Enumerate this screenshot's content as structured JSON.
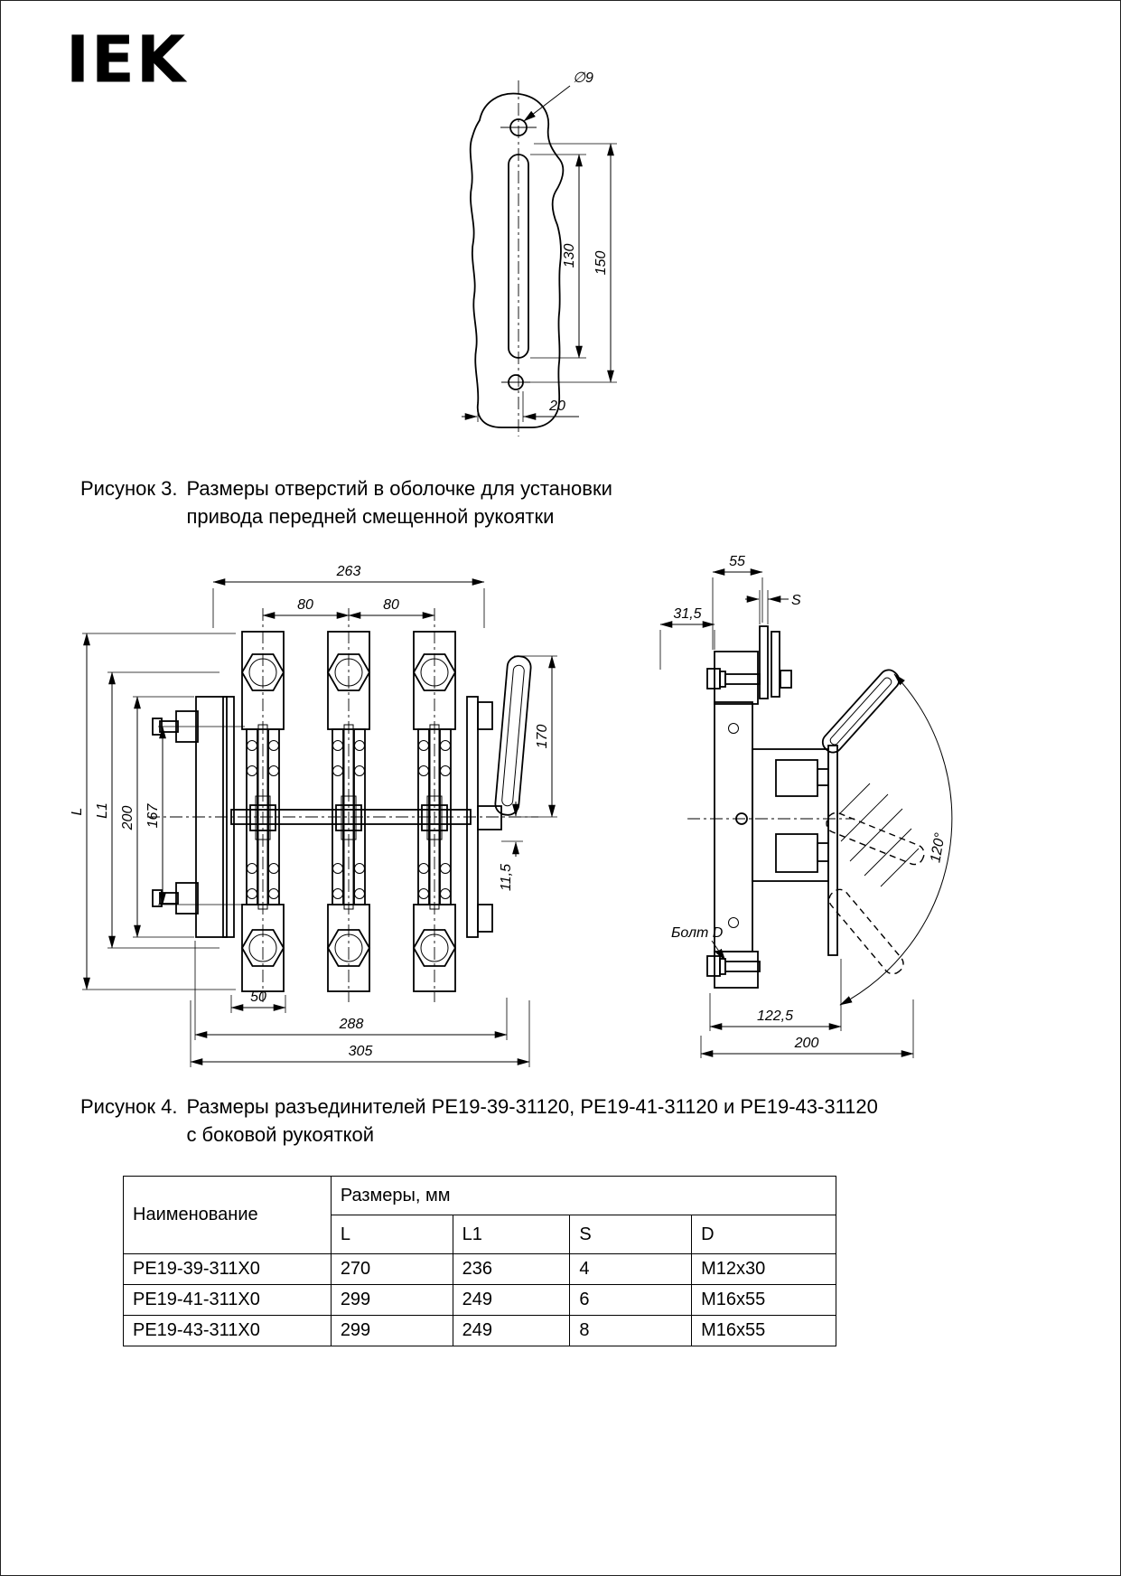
{
  "logo": {
    "text": "IEK"
  },
  "figure3": {
    "caption_label": "Рисунок 3.",
    "caption_line1": "Размеры отверстий в оболочке для установки",
    "caption_line2": "привода передней смещенной рукоятки",
    "dims": {
      "dia": "∅9",
      "slot_length": "130",
      "total_length": "150",
      "width": "20"
    }
  },
  "figure4": {
    "caption_label": "Рисунок 4.",
    "caption_line1": "Размеры разъединителей РЕ19-39-31120, РЕ19-41-31120 и РЕ19-43-31120",
    "caption_line2": "с боковой рукояткой",
    "front": {
      "w263": "263",
      "w80_left": "80",
      "w80_right": "80",
      "L": "L",
      "L1": "L1",
      "h200": "200",
      "h167": "167",
      "h170": "170",
      "h11_5": "11,5",
      "w50": "50",
      "w288": "288",
      "w305": "305"
    },
    "side": {
      "w55": "55",
      "s": "S",
      "w31_5": "31,5",
      "angle": "120°",
      "bolt_label": "Болт D",
      "w122_5": "122,5",
      "w200": "200"
    }
  },
  "table": {
    "header": {
      "name": "Наименование",
      "sizes": "Размеры, мм",
      "cols": [
        "L",
        "L1",
        "S",
        "D"
      ]
    },
    "rows": [
      {
        "name": "РЕ19-39-311Х0",
        "L": "270",
        "L1": "236",
        "S": "4",
        "D": "М12х30"
      },
      {
        "name": "РЕ19-41-311Х0",
        "L": "299",
        "L1": "249",
        "S": "6",
        "D": "М16х55"
      },
      {
        "name": "РЕ19-43-311Х0",
        "L": "299",
        "L1": "249",
        "S": "8",
        "D": "М16х55"
      }
    ]
  }
}
